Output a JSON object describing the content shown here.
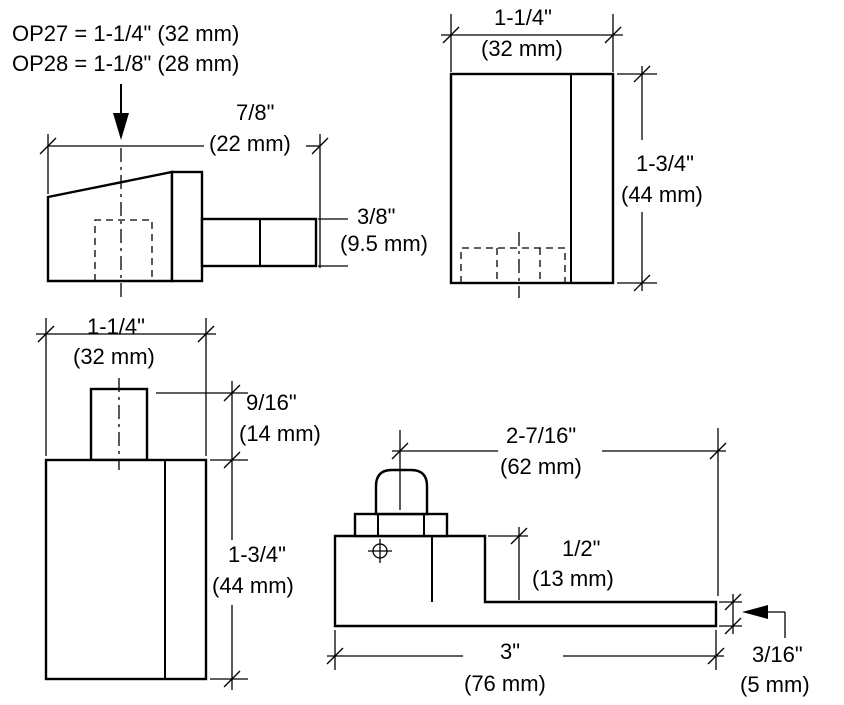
{
  "notes": {
    "op27": "OP27 = 1-1/4\" (32 mm)",
    "op28": "OP28 = 1-1/8\" (28 mm)"
  },
  "side_view": {
    "length_in": "7/8\"",
    "length_mm": "(22 mm)",
    "tongue_in": "3/8\"",
    "tongue_mm": "(9.5 mm)"
  },
  "end_view": {
    "width_in": "1-1/4\"",
    "width_mm": "(32 mm)",
    "height_in": "1-3/4\"",
    "height_mm": "(44 mm)"
  },
  "front_view": {
    "width_in": "1-1/4\"",
    "width_mm": "(32 mm)",
    "boss_in": "9/16\"",
    "boss_mm": "(14 mm)",
    "height_in": "1-3/4\"",
    "height_mm": "(44 mm)"
  },
  "arm_view": {
    "pivot_in": "2-7/16\"",
    "pivot_mm": "(62 mm)",
    "step_in": "1/2\"",
    "step_mm": "(13 mm)",
    "length_in": "3\"",
    "length_mm": "(76 mm)",
    "thick_in": "3/16\"",
    "thick_mm": "(5 mm)"
  }
}
